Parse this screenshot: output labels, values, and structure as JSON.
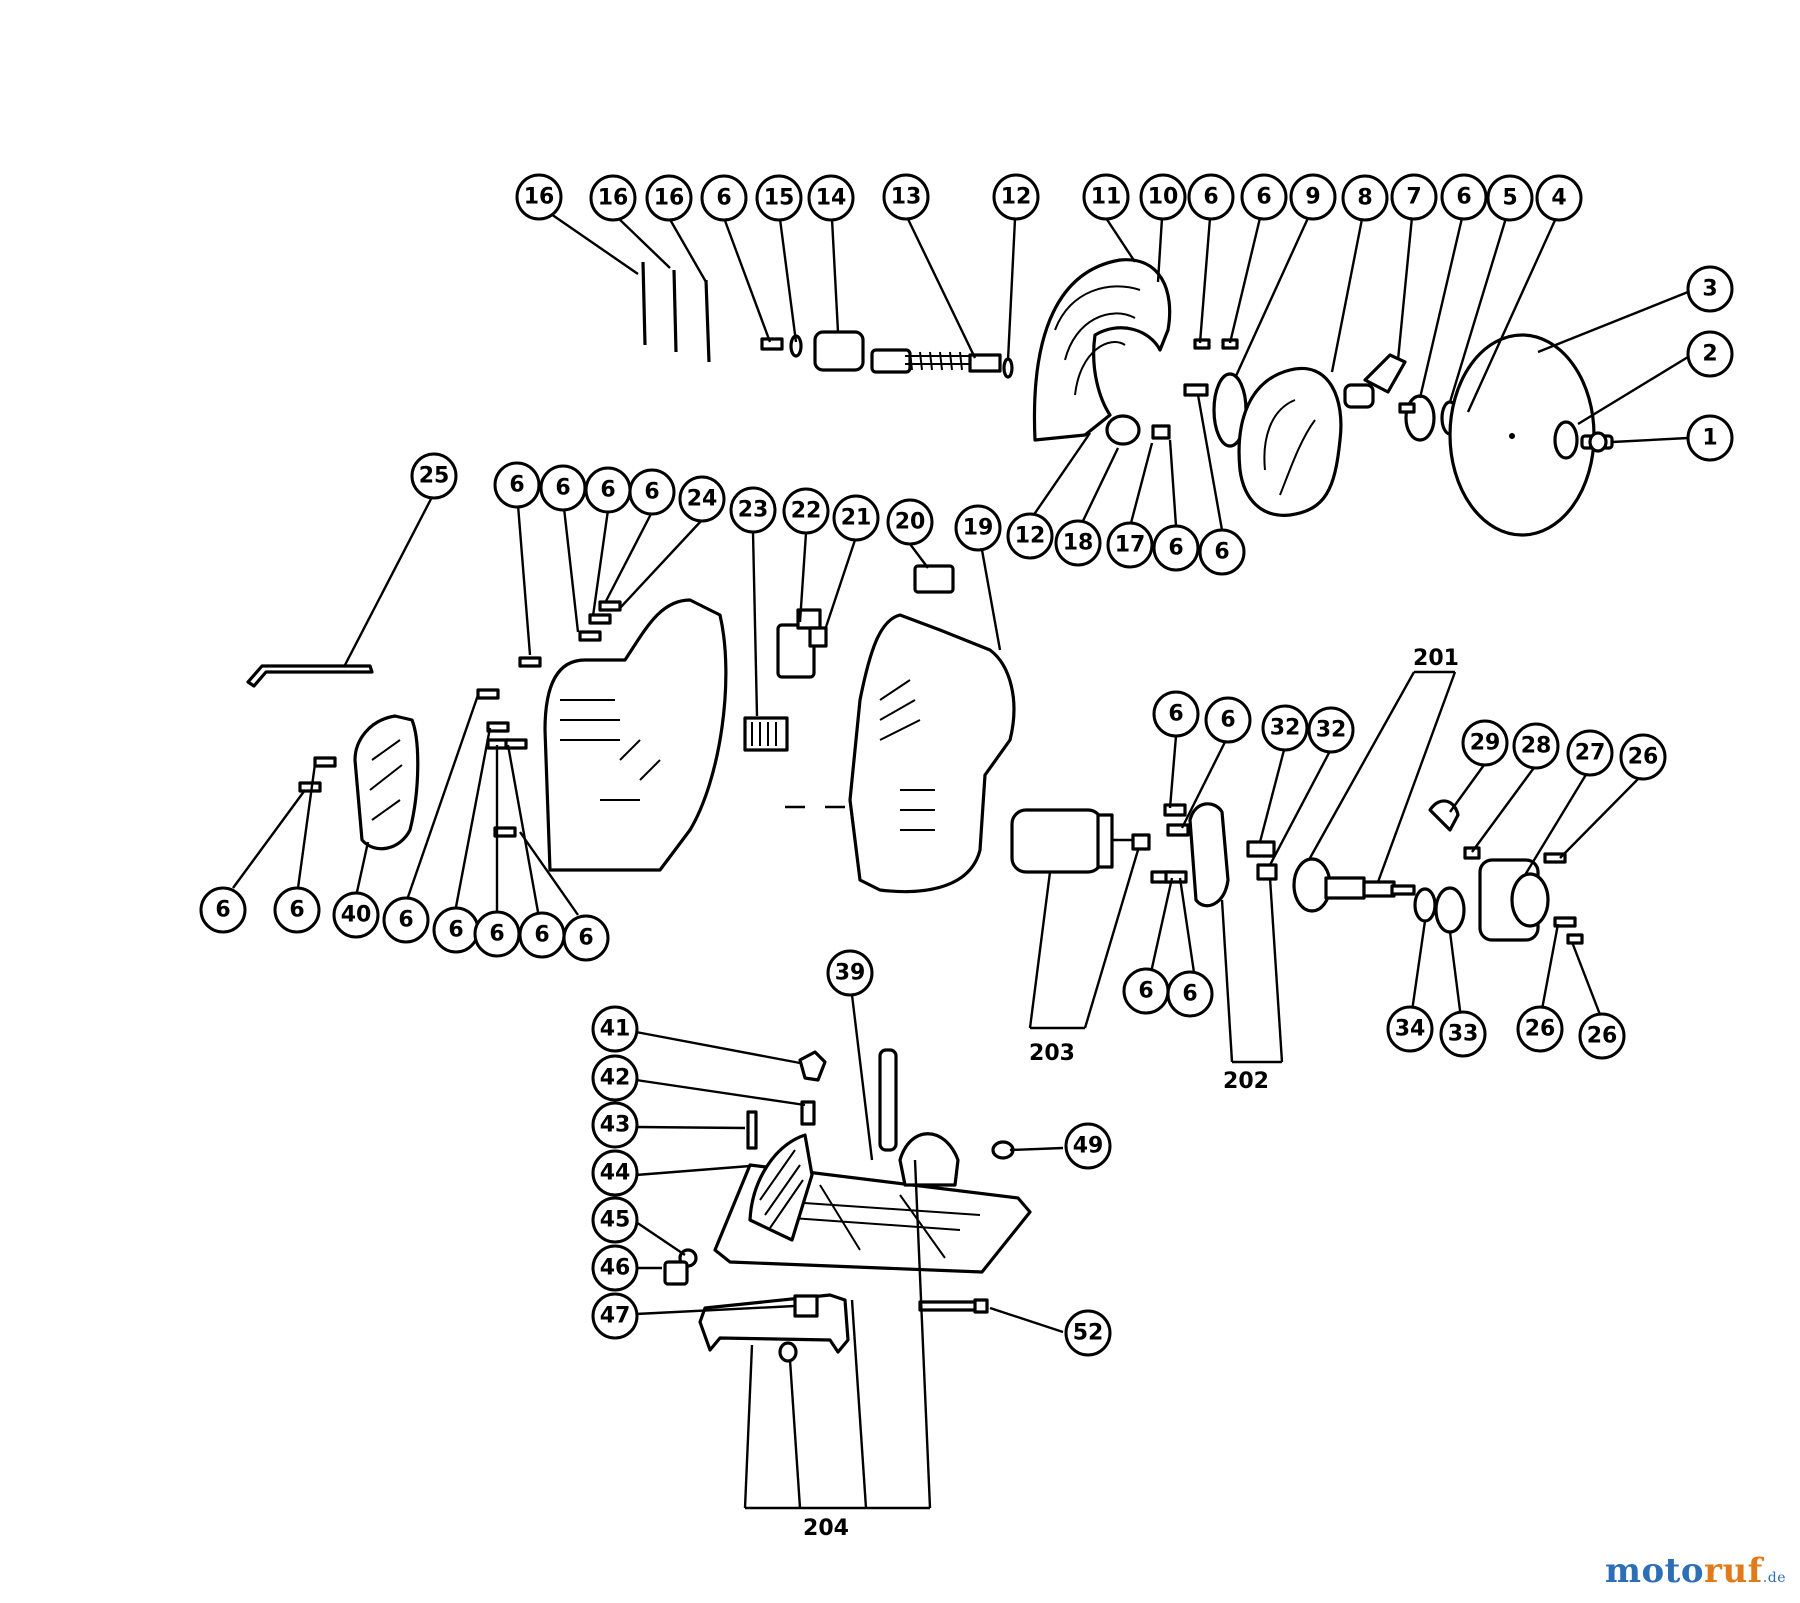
{
  "diagram": {
    "callouts": [
      {
        "id": "c16a",
        "label": "16"
      },
      {
        "id": "c16b",
        "label": "16"
      },
      {
        "id": "c16c",
        "label": "16"
      },
      {
        "id": "c6a",
        "label": "6"
      },
      {
        "id": "c15",
        "label": "15"
      },
      {
        "id": "c14",
        "label": "14"
      },
      {
        "id": "c13",
        "label": "13"
      },
      {
        "id": "c12a",
        "label": "12"
      },
      {
        "id": "c11",
        "label": "11"
      },
      {
        "id": "c10",
        "label": "10"
      },
      {
        "id": "c6b",
        "label": "6"
      },
      {
        "id": "c6c",
        "label": "6"
      },
      {
        "id": "c9",
        "label": "9"
      },
      {
        "id": "c8",
        "label": "8"
      },
      {
        "id": "c7",
        "label": "7"
      },
      {
        "id": "c6d",
        "label": "6"
      },
      {
        "id": "c5",
        "label": "5"
      },
      {
        "id": "c4",
        "label": "4"
      },
      {
        "id": "c3",
        "label": "3"
      },
      {
        "id": "c2",
        "label": "2"
      },
      {
        "id": "c1",
        "label": "1"
      },
      {
        "id": "c12b",
        "label": "12"
      },
      {
        "id": "c18",
        "label": "18"
      },
      {
        "id": "c17",
        "label": "17"
      },
      {
        "id": "c6e",
        "label": "6"
      },
      {
        "id": "c6f",
        "label": "6"
      },
      {
        "id": "c25",
        "label": "25"
      },
      {
        "id": "c6g",
        "label": "6"
      },
      {
        "id": "c6h",
        "label": "6"
      },
      {
        "id": "c6i",
        "label": "6"
      },
      {
        "id": "c6j",
        "label": "6"
      },
      {
        "id": "c24",
        "label": "24"
      },
      {
        "id": "c23",
        "label": "23"
      },
      {
        "id": "c22",
        "label": "22"
      },
      {
        "id": "c21",
        "label": "21"
      },
      {
        "id": "c20",
        "label": "20"
      },
      {
        "id": "c19",
        "label": "19"
      },
      {
        "id": "c6k",
        "label": "6"
      },
      {
        "id": "c6l",
        "label": "6"
      },
      {
        "id": "c40",
        "label": "40"
      },
      {
        "id": "c6m",
        "label": "6"
      },
      {
        "id": "c6n",
        "label": "6"
      },
      {
        "id": "c6o",
        "label": "6"
      },
      {
        "id": "c6p",
        "label": "6"
      },
      {
        "id": "c6q",
        "label": "6"
      },
      {
        "id": "c6r",
        "label": "6"
      },
      {
        "id": "c6s",
        "label": "6"
      },
      {
        "id": "c32a",
        "label": "32"
      },
      {
        "id": "c32b",
        "label": "32"
      },
      {
        "id": "c29",
        "label": "29"
      },
      {
        "id": "c28",
        "label": "28"
      },
      {
        "id": "c27",
        "label": "27"
      },
      {
        "id": "c26a",
        "label": "26"
      },
      {
        "id": "c6t",
        "label": "6"
      },
      {
        "id": "c6u",
        "label": "6"
      },
      {
        "id": "c34",
        "label": "34"
      },
      {
        "id": "c33",
        "label": "33"
      },
      {
        "id": "c26b",
        "label": "26"
      },
      {
        "id": "c26c",
        "label": "26"
      },
      {
        "id": "c39",
        "label": "39"
      },
      {
        "id": "c41",
        "label": "41"
      },
      {
        "id": "c42",
        "label": "42"
      },
      {
        "id": "c43",
        "label": "43"
      },
      {
        "id": "c44",
        "label": "44"
      },
      {
        "id": "c45",
        "label": "45"
      },
      {
        "id": "c46",
        "label": "46"
      },
      {
        "id": "c47",
        "label": "47"
      },
      {
        "id": "c49",
        "label": "49"
      },
      {
        "id": "c52",
        "label": "52"
      }
    ],
    "group_labels": {
      "g201": "201",
      "g202": "202",
      "g203": "203",
      "g204": "204"
    }
  },
  "watermark": {
    "part1": "moto",
    "part2": "ruf",
    "part3": ".de"
  }
}
